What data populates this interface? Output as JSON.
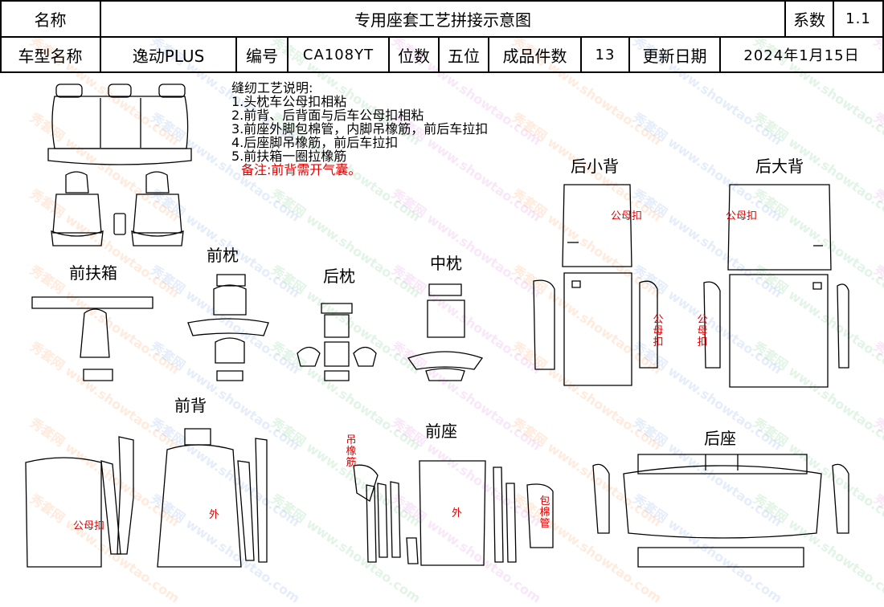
{
  "header": {
    "name_label": "名称",
    "doc_title": "专用座套工艺拼接示意图",
    "coef_label": "系数",
    "coef_value": "1.1",
    "model_label": "车型名称",
    "model_value": "逸动PLUS",
    "code_label": "编号",
    "code_value": "CA108YT",
    "seats_label": "位数",
    "seats_value": "五位",
    "pieces_label": "成品件数",
    "pieces_value": "13",
    "date_label": "更新日期",
    "date_value": "2024年1月15日"
  },
  "notes": {
    "heading": "缝纫工艺说明:",
    "items": [
      "1.头枕车公母扣相粘",
      "2.前背、后背面与后车公母扣相粘",
      "3.前座外脚包棉管，内脚吊橡筋，前后车拉扣",
      "4.后座脚吊橡筋，前后车拉扣",
      "5.前扶箱一圈拉橡筋"
    ],
    "remark": "备注:前背需开气囊。"
  },
  "sections": {
    "front_armrest": "前扶箱",
    "front_headrest": "前枕",
    "rear_headrest": "后枕",
    "middle_headrest": "中枕",
    "rear_small_back": "后小背",
    "rear_big_back": "后大背",
    "front_back": "前背",
    "front_seat": "前座",
    "rear_seat": "后座"
  },
  "annotations": {
    "snap": "公母扣",
    "outer": "外",
    "elastic_v": "吊橡筋",
    "foam_tube_v": "包棉管"
  },
  "watermark": "秀套网 www.showtao.com",
  "colors": {
    "annotation": "#e00000",
    "line": "#000000"
  }
}
